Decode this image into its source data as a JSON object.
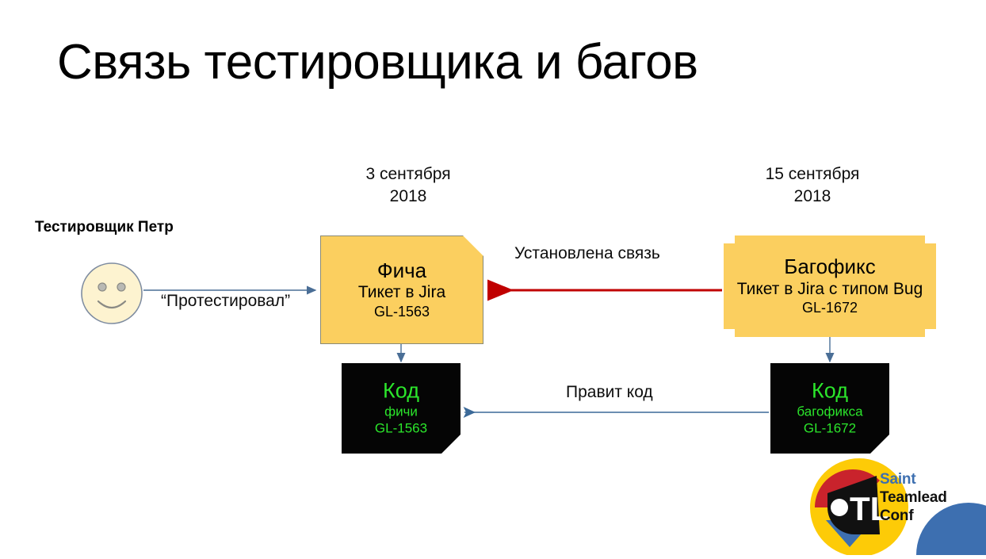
{
  "slide": {
    "title": "Связь тестировщика и багов",
    "background_color": "#ffffff"
  },
  "actor": {
    "label": "Тестировщик Петр",
    "icon": "smiley-face-icon",
    "face_fill": "#FDF3D0",
    "face_stroke": "#7E8CA0"
  },
  "dates": {
    "left": {
      "day": "3 сентября",
      "year": "2018"
    },
    "right": {
      "day": "15 сентября",
      "year": "2018"
    }
  },
  "cards": {
    "feature": {
      "title": "Фича",
      "subtitle": "Тикет в Jira",
      "code": "GL-1563",
      "fill": "#FBCF5F"
    },
    "bugfix": {
      "title": "Багофикс",
      "subtitle": "Тикет в Jira с типом Bug",
      "code": "GL-1672",
      "fill": "#FBCF5F"
    },
    "code_feature": {
      "title": "Код",
      "subtitle": "фичи",
      "code": "GL-1563",
      "fill": "#050505",
      "text_color": "#2BE52B"
    },
    "code_bugfix": {
      "title": "Код",
      "subtitle": "багофикса",
      "code": "GL-1672",
      "fill": "#050505",
      "text_color": "#2BE52B"
    }
  },
  "edges": {
    "tested": {
      "label": "“Протестировал”",
      "color": "#4A6E96"
    },
    "link_established": {
      "label": "Установлена связь",
      "color": "#C00000"
    },
    "fixes_code": {
      "label": "Правит код",
      "color": "#3B6998"
    }
  },
  "logo": {
    "mark_text": "TL",
    "line1": "Saint",
    "line2": "Teamlead",
    "line3": "Conf",
    "yellow": "#FDCB07",
    "blue": "#3D6FB0",
    "red": "#C9232C",
    "black": "#111111"
  }
}
